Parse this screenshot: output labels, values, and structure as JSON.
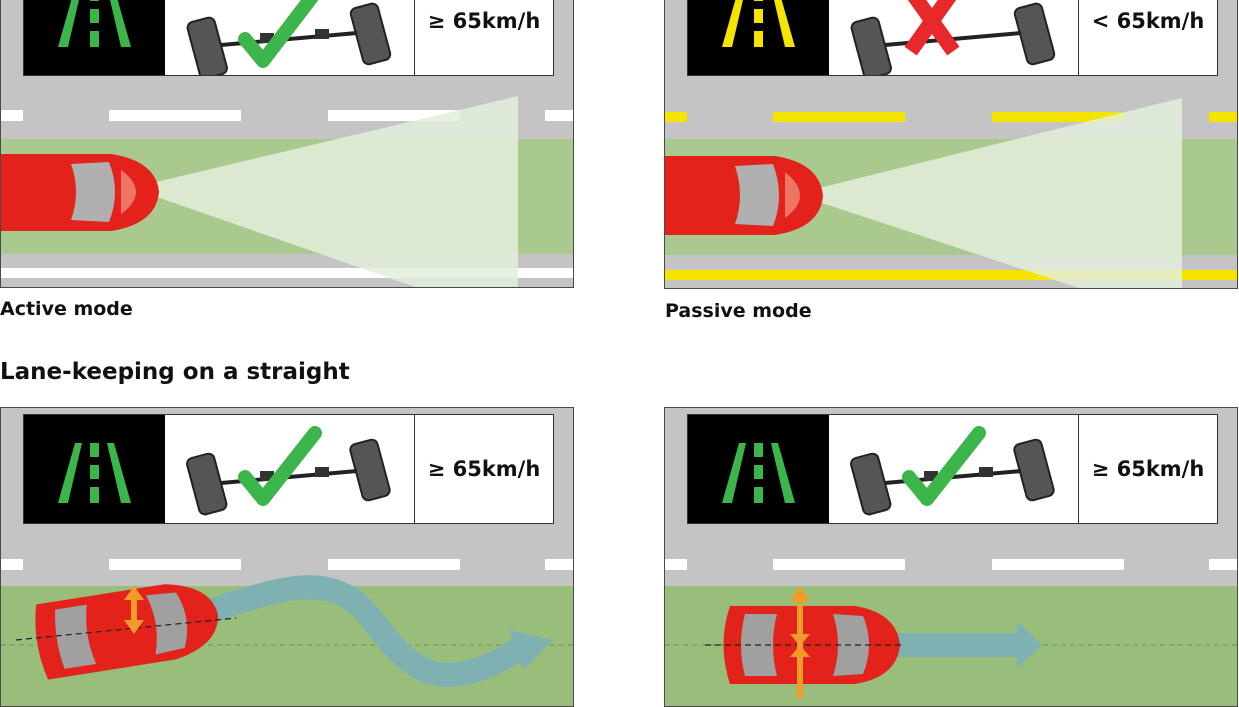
{
  "panels": {
    "active": {
      "speed": "≥ 65km/h",
      "lane_icon_color": "#3cb54a",
      "status_icon": "checkmark-icon",
      "caption": "Active mode"
    },
    "passive": {
      "speed": "< 65km/h",
      "lane_icon_color": "#f5e400",
      "status_icon": "cross-icon",
      "caption": "Passive mode"
    },
    "straight_weaving": {
      "speed": "≥ 65km/h",
      "lane_icon_color": "#3cb54a",
      "status_icon": "checkmark-icon"
    },
    "straight_centered": {
      "speed": "≥ 65km/h",
      "lane_icon_color": "#3cb54a",
      "status_icon": "checkmark-icon"
    }
  },
  "section_heading": "Lane-keeping on a straight",
  "colors": {
    "road": "#c4c4c4",
    "lane_green": "#99bd7b",
    "beam": "#d8ead0",
    "car_red": "#e3221b",
    "check_green": "#3cb54a",
    "cross_red": "#e8282b",
    "arrow_teal": "#7fb1b3",
    "arrow_orange": "#f29b2b",
    "yellow_line": "#f5e400"
  }
}
